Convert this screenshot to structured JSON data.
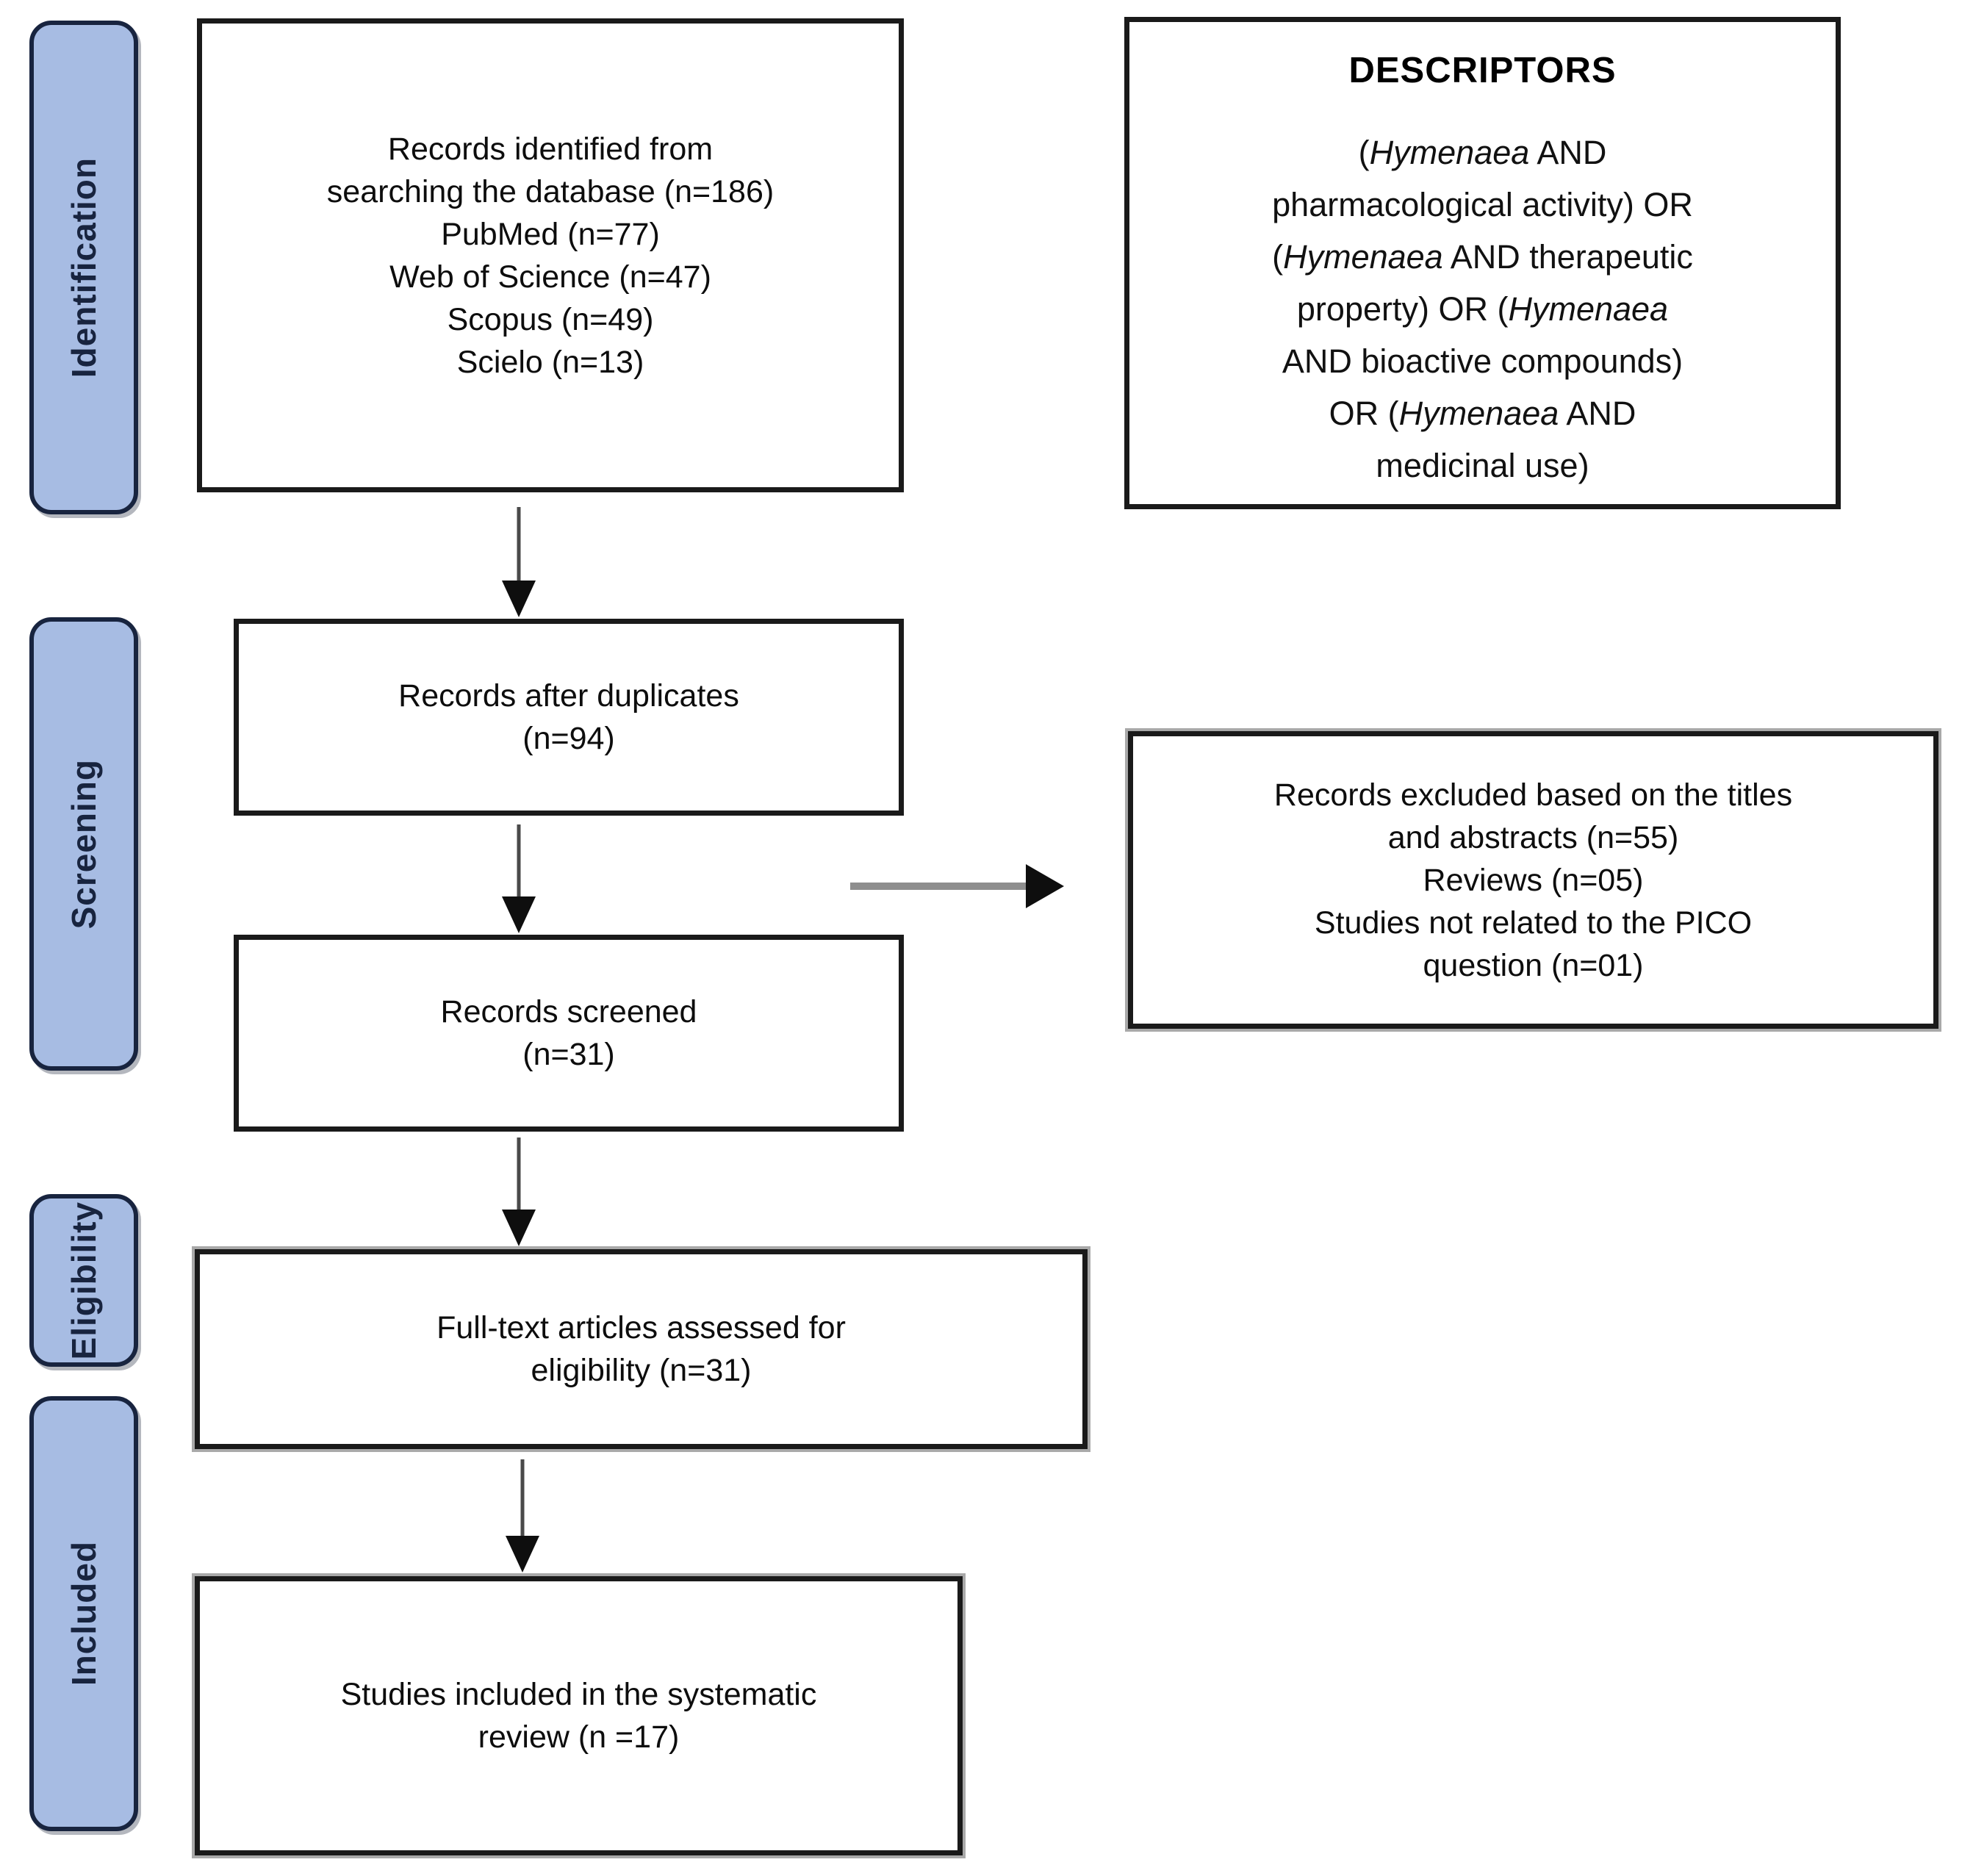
{
  "figure": {
    "type": "prisma-flow-diagram"
  },
  "stages": [
    {
      "id": "identification",
      "label": "Identification"
    },
    {
      "id": "screening",
      "label": "Screening"
    },
    {
      "id": "eligibility",
      "label": "Eligibility"
    },
    {
      "id": "included",
      "label": "Included"
    }
  ],
  "boxes": {
    "identified": {
      "lines": [
        "Records identified from",
        "searching the database (n=186)",
        "PubMed (n=77)",
        "Web of Science (n=47)",
        "Scopus (n=49)",
        "Scielo (n=13)"
      ]
    },
    "descriptors": {
      "title": "DESCRIPTORS",
      "rich_lines": [
        [
          {
            "t": "("
          },
          {
            "t": "Hymenaea",
            "i": true
          },
          {
            "t": " AND"
          }
        ],
        [
          {
            "t": "pharmacological activity) OR"
          }
        ],
        [
          {
            "t": "("
          },
          {
            "t": "Hymenaea",
            "i": true
          },
          {
            "t": " AND therapeutic"
          }
        ],
        [
          {
            "t": "property) OR ("
          },
          {
            "t": "Hymenaea",
            "i": true
          }
        ],
        [
          {
            "t": "AND bioactive compounds)"
          }
        ],
        [
          {
            "t": "OR ("
          },
          {
            "t": "Hymenaea",
            "i": true
          },
          {
            "t": " AND"
          }
        ],
        [
          {
            "t": "medicinal use)"
          }
        ]
      ]
    },
    "after_duplicates": {
      "lines": [
        "Records after duplicates",
        "(n=94)"
      ]
    },
    "excluded": {
      "lines": [
        "Records excluded based on the titles",
        "and abstracts (n=55)",
        "Reviews (n=05)",
        "Studies not related to the PICO",
        "question (n=01)"
      ]
    },
    "screened": {
      "lines": [
        "Records screened",
        "(n=31)"
      ]
    },
    "fulltext": {
      "lines": [
        "Full-text articles assessed for",
        "eligibility (n=31)"
      ]
    },
    "included_studies": {
      "lines": [
        "Studies included in the systematic",
        "review (n =17)"
      ]
    }
  },
  "colors": {
    "stage_fill": "#a7bce3",
    "stage_border": "#18243f",
    "stage_text": "#18243f",
    "box_border": "#1a1a1a",
    "arrow_shaft": "#4a4a4a",
    "arrow_head": "#0e0e0e",
    "horizontal_arrow_shaft": "#8e8e8e",
    "background": "#ffffff"
  }
}
